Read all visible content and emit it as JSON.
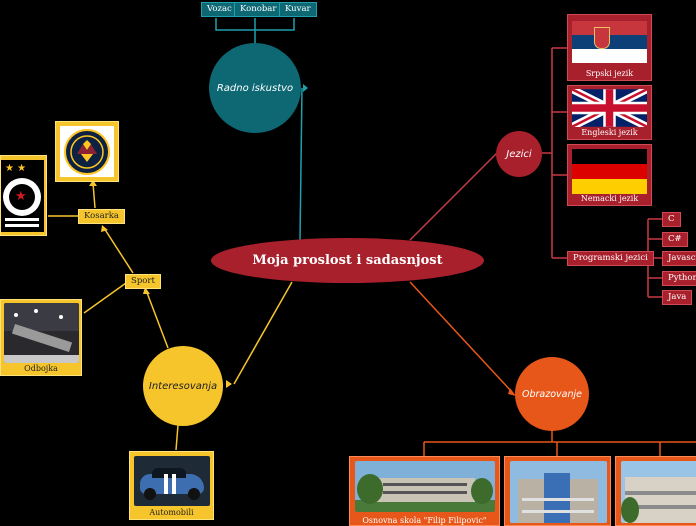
{
  "center": {
    "title": "Moja proslost i sadasnjost"
  },
  "radno": {
    "label": "Radno iskustvo",
    "items": [
      "Vozac",
      "Konobar",
      "Kuvar"
    ]
  },
  "jezici": {
    "label": "Jezici",
    "languages": [
      "Srpski jezik",
      "Engleski jezik",
      "Nemacki jezik"
    ],
    "programming": {
      "label": "Programski jezici",
      "items": [
        "C",
        "C#",
        "Javascript",
        "Python",
        "Java"
      ]
    }
  },
  "obrazovanje": {
    "label": "Obrazovanje",
    "schools": [
      "Osnovna skola \"Filip Filipovic\""
    ]
  },
  "interesovanja": {
    "label": "Interesovanja",
    "sport": {
      "label": "Sport",
      "kosarka": "Kosarka",
      "odbojka": "Odbojka"
    },
    "automobili": "Automobili"
  },
  "colors": {
    "teal": "#0e6873",
    "red": "#a8202c",
    "orange": "#e8571a",
    "yellow": "#f6c52c",
    "center": "#a8202c"
  }
}
